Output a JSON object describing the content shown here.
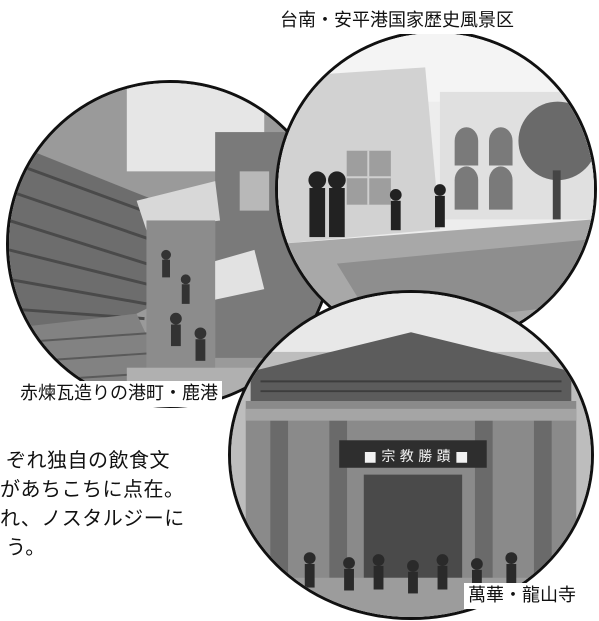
{
  "captions": {
    "anping": "台南・安平港国家歴史風景区",
    "lukang": "赤煉瓦造りの港町・鹿港",
    "longshan": "萬華・龍山寺"
  },
  "body_text": [
    "ぞれ独自の飲食文",
    "があちこちに点在。",
    "れ、ノスタルジーに",
    "う。"
  ],
  "temple_sign": "■ 宗 教 勝 蹟 ■"
}
